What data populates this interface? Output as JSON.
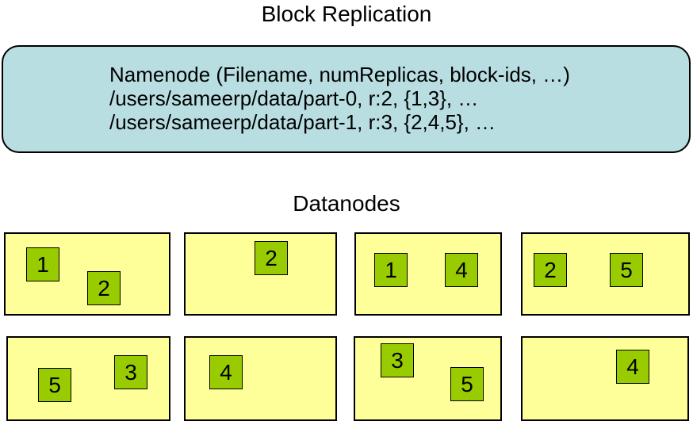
{
  "title": "Block Replication",
  "namenode": {
    "lines": [
      "Namenode (Filename, numReplicas, block-ids, …)",
      "/users/sameerp/data/part-0, r:2, {1,3}, …",
      "/users/sameerp/data/part-1, r:3, {2,4,5}, …"
    ]
  },
  "datanodes": {
    "heading": "Datanodes",
    "nodes": [
      {
        "blocks": [
          "1",
          "2"
        ]
      },
      {
        "blocks": [
          "2"
        ]
      },
      {
        "blocks": [
          "1",
          "4"
        ]
      },
      {
        "blocks": [
          "2",
          "5"
        ]
      },
      {
        "blocks": [
          "5",
          "3"
        ]
      },
      {
        "blocks": [
          "4"
        ]
      },
      {
        "blocks": [
          "3",
          "5"
        ]
      },
      {
        "blocks": [
          "4"
        ]
      }
    ]
  },
  "colors": {
    "namenode_bg": "#b8dee2",
    "datanode_bg": "#ffff99",
    "block_bg": "#99cc00",
    "outline": "#000000"
  }
}
